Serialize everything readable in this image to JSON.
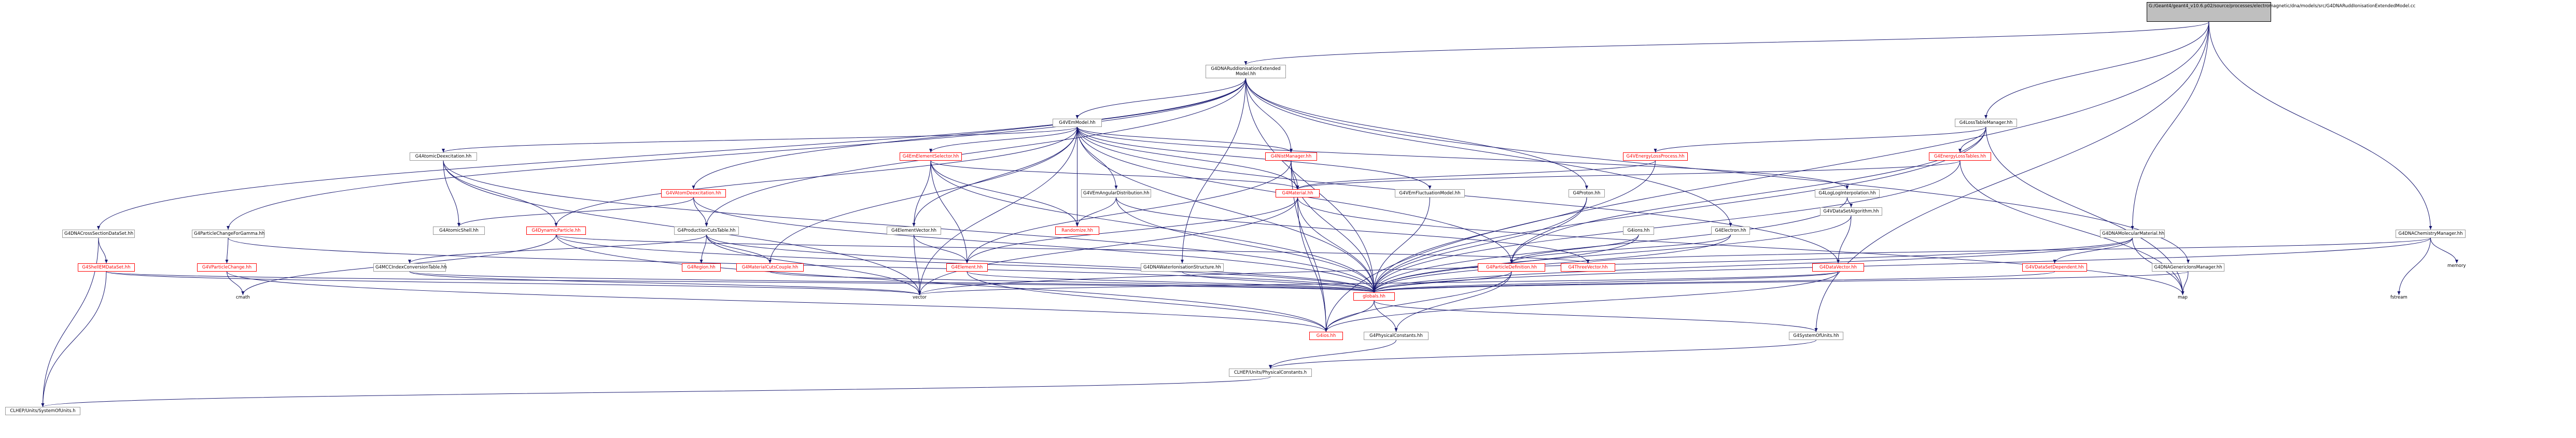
{
  "graph": {
    "root": {
      "label": "G:/Geant4/geant4_v10.6.p02/source/processes/electromagnetic/dna/models/src/G4DNARuddIonisationExtendedModel.cc"
    },
    "nodes": [
      {
        "id": "rudd_hh",
        "label": "G4DNARuddIonisationExtended\nModel.hh",
        "style": "normal"
      },
      {
        "id": "loss_table_manager",
        "label": "G4LossTableManager.hh",
        "style": "normal"
      },
      {
        "id": "molecular_material",
        "label": "G4DNAMolecularMaterial.hh",
        "style": "normal"
      },
      {
        "id": "chemistry_manager",
        "label": "G4DNAChemistryManager.hh",
        "style": "normal"
      },
      {
        "id": "vem_model",
        "label": "G4VEmModel.hh",
        "style": "normal"
      },
      {
        "id": "atomic_deexc",
        "label": "G4AtomicDeexcitation.hh",
        "style": "normal"
      },
      {
        "id": "em_element_selector",
        "label": "G4EmElementSelector.hh",
        "style": "red"
      },
      {
        "id": "nist_manager",
        "label": "G4NistManager.hh",
        "style": "red"
      },
      {
        "id": "venergy_loss_process",
        "label": "G4VEnergyLossProcess.hh",
        "style": "red"
      },
      {
        "id": "energy_loss_tables",
        "label": "G4EnergyLossTables.hh",
        "style": "red"
      },
      {
        "id": "cross_section_dataset",
        "label": "G4DNACrossSectionDataSet.hh",
        "style": "normal"
      },
      {
        "id": "particle_change_gamma",
        "label": "G4ParticleChangeForGamma.hh",
        "style": "normal"
      },
      {
        "id": "vatom_deexc",
        "label": "G4VAtomDeexcitation.hh",
        "style": "red"
      },
      {
        "id": "vem_angular",
        "label": "G4VEmAngularDistribution.hh",
        "style": "normal"
      },
      {
        "id": "material_hh",
        "label": "G4Material.hh",
        "style": "red"
      },
      {
        "id": "fluctuation_model",
        "label": "G4VEmFluctuationModel.hh",
        "style": "normal"
      },
      {
        "id": "proton_hh",
        "label": "G4Proton.hh",
        "style": "normal"
      },
      {
        "id": "log_log_interp",
        "label": "G4LogLogInterpolation.hh",
        "style": "normal"
      },
      {
        "id": "vdata_set_algorithm",
        "label": "G4VDataSetAlgorithm.hh",
        "style": "normal"
      },
      {
        "id": "ions_hh",
        "label": "G4ions.hh",
        "style": "normal"
      },
      {
        "id": "electron_hh",
        "label": "G4Electron.hh",
        "style": "normal"
      },
      {
        "id": "atomic_shell",
        "label": "G4AtomicShell.hh",
        "style": "normal"
      },
      {
        "id": "dynamic_particle",
        "label": "G4DynamicParticle.hh",
        "style": "red"
      },
      {
        "id": "production_cuts_table",
        "label": "G4ProductionCutsTable.hh",
        "style": "normal"
      },
      {
        "id": "element_vector",
        "label": "G4ElementVector.hh",
        "style": "normal"
      },
      {
        "id": "randomize",
        "label": "Randomize.hh",
        "style": "red"
      },
      {
        "id": "shell_em_dataset",
        "label": "G4ShellEMDataSet.hh",
        "style": "red"
      },
      {
        "id": "vparticle_change",
        "label": "G4VParticleChange.hh",
        "style": "red"
      },
      {
        "id": "mcc_index_conversion",
        "label": "G4MCCIndexConversionTable.hh",
        "style": "normal"
      },
      {
        "id": "region_hh",
        "label": "G4Region.hh",
        "style": "red"
      },
      {
        "id": "material_cuts_couple",
        "label": "G4MaterialCutsCouple.hh",
        "style": "red"
      },
      {
        "id": "element_hh",
        "label": "G4Element.hh",
        "style": "red"
      },
      {
        "id": "watercross",
        "label": "G4DNAWaterIonisationStructure.hh",
        "style": "normal"
      },
      {
        "id": "particle_definition",
        "label": "G4ParticleDefinition.hh",
        "style": "red"
      },
      {
        "id": "three_vector",
        "label": "G4ThreeVector.hh",
        "style": "red"
      },
      {
        "id": "data_vector",
        "label": "G4DataVector.hh",
        "style": "red"
      },
      {
        "id": "vdata_set_dependent",
        "label": "G4VDataSetDependent.hh",
        "style": "red"
      },
      {
        "id": "generic_ion_manager",
        "label": "G4DNAGenericIonsManager.hh",
        "style": "normal"
      },
      {
        "id": "cmath",
        "label": "cmath",
        "style": "plain"
      },
      {
        "id": "vector",
        "label": "vector",
        "style": "plain"
      },
      {
        "id": "globals",
        "label": "globals.hh",
        "style": "red"
      },
      {
        "id": "map",
        "label": "map",
        "style": "plain"
      },
      {
        "id": "fstream",
        "label": "fstream",
        "style": "plain"
      },
      {
        "id": "memory",
        "label": "memory",
        "style": "plain"
      },
      {
        "id": "g4ios",
        "label": "G4ios.hh",
        "style": "red"
      },
      {
        "id": "physical_constants",
        "label": "G4PhysicalConstants.hh",
        "style": "normal"
      },
      {
        "id": "system_of_units",
        "label": "G4SystemOfUnits.hh",
        "style": "normal"
      },
      {
        "id": "clhep_physconst",
        "label": "CLHEP/Units/PhysicalConstants.h",
        "style": "normal"
      },
      {
        "id": "clhep_units",
        "label": "CLHEP/Units/SystemOfUnits.h",
        "style": "normal"
      }
    ],
    "colors": {
      "edge": "#191970",
      "node_border": "#999999",
      "red_text": "#ff0000",
      "root_fill": "#bfbfbf"
    }
  }
}
